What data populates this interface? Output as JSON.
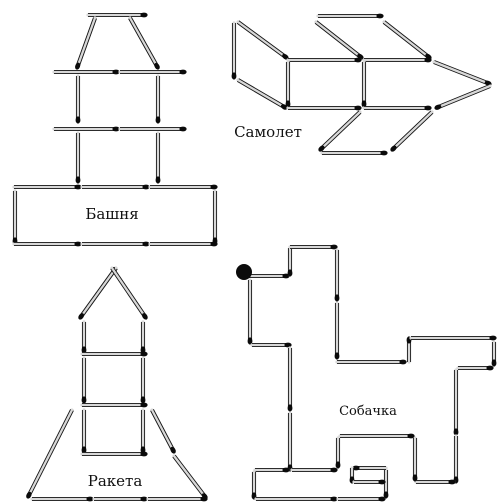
{
  "figures": [
    {
      "id": "tower",
      "caption": "Башня"
    },
    {
      "id": "plane",
      "caption": "Самолет"
    },
    {
      "id": "rocket",
      "caption": "Ракета"
    },
    {
      "id": "dog",
      "caption": "Собачка"
    }
  ]
}
